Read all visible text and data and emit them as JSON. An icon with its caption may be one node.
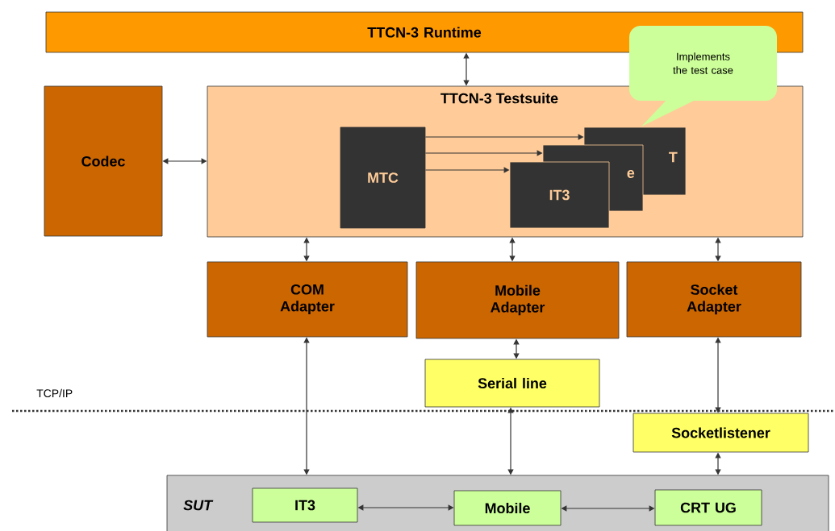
{
  "diagram": {
    "nodes": [
      {
        "text": [
          "TTCN-3 Runtime"
        ]
      },
      {
        "text": [
          "TTCN-3 Testsuite"
        ]
      },
      {
        "text": [
          "MTC"
        ],
        "in": 1
      },
      {
        "text": [
          "T"
        ],
        "in": 1
      },
      {
        "text": [
          "e"
        ],
        "in": 1
      },
      {
        "text": [
          "IT3"
        ],
        "in": 1
      },
      {
        "text": [
          "Implements the test case"
        ]
      },
      {
        "text": [
          "Codec"
        ]
      },
      {
        "text": [
          "COM Adapter"
        ]
      },
      {
        "text": [
          "Mobile Adapter"
        ]
      },
      {
        "text": [
          "Socket Adapter"
        ]
      },
      {
        "text": [
          "Serial line"
        ]
      },
      {
        "text": [
          "Socketlistener"
        ]
      },
      {
        "text": [
          "SUT"
        ]
      },
      {
        "text": [
          "IT3"
        ],
        "in": 13
      },
      {
        "text": [
          "Mobile"
        ],
        "in": 13
      },
      {
        "text": [
          "CRT UG"
        ],
        "in": 13
      }
    ],
    "edges": [
      {
        "from": 0,
        "to": 1,
        "arrow": "both"
      },
      {
        "from": 7,
        "to": 1,
        "arrow": "both"
      },
      {
        "from": 2,
        "to": 3,
        "arrow": "to"
      },
      {
        "from": 2,
        "to": 4,
        "arrow": "to"
      },
      {
        "from": 2,
        "to": 5,
        "arrow": "to"
      },
      {
        "from": 1,
        "to": 8,
        "arrow": "both"
      },
      {
        "from": 1,
        "to": 9,
        "arrow": "both"
      },
      {
        "from": 1,
        "to": 10,
        "arrow": "both"
      },
      {
        "from": 8,
        "to": 13,
        "arrow": "both"
      },
      {
        "from": 9,
        "to": 11,
        "arrow": "both"
      },
      {
        "from": 11,
        "to": 13,
        "arrow": "both"
      },
      {
        "from": 10,
        "to": 12,
        "arrow": "both"
      },
      {
        "from": 12,
        "to": 13,
        "arrow": "both"
      },
      {
        "from": 14,
        "to": 15,
        "arrow": "both"
      },
      {
        "from": 15,
        "to": 16,
        "arrow": "both"
      }
    ],
    "labels": [
      "TCP/IP"
    ]
  }
}
